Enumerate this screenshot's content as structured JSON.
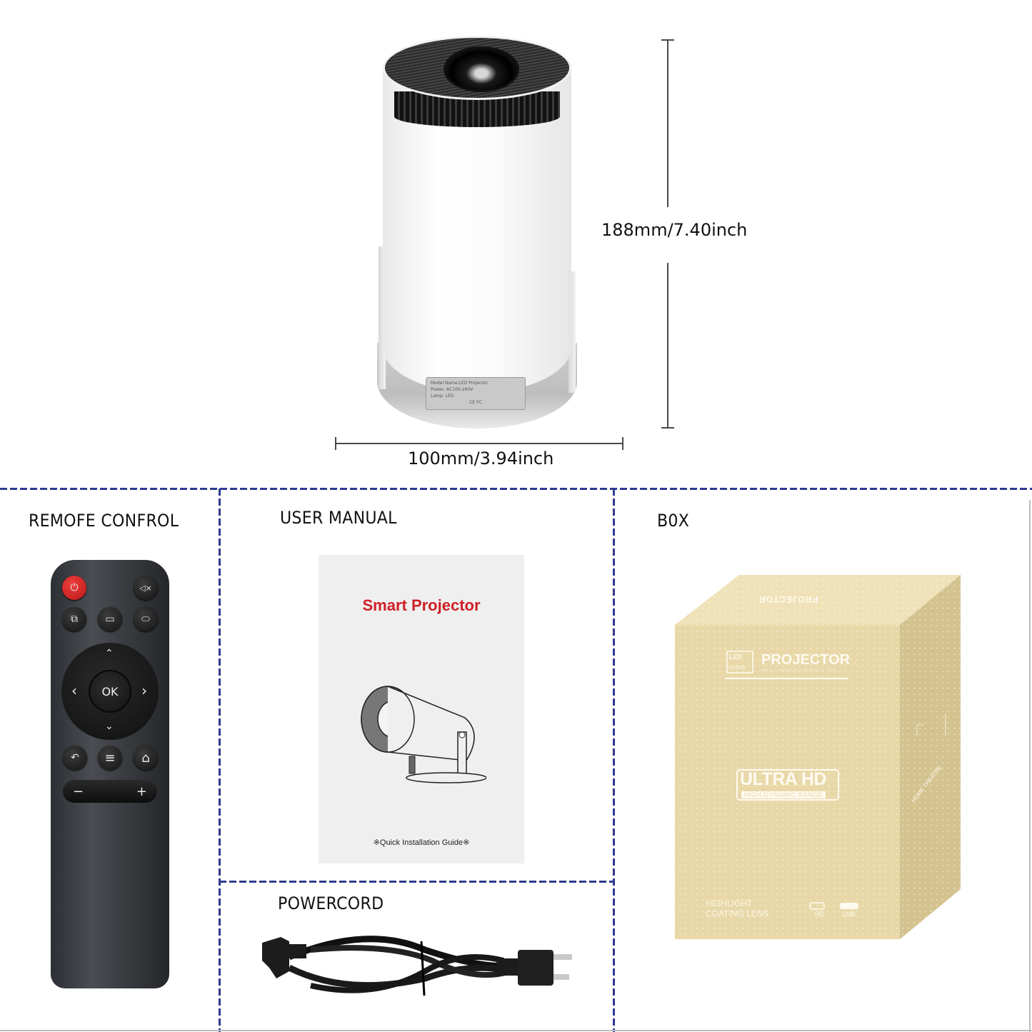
{
  "product": {
    "dimensions": {
      "height_label": "188mm/7.40inch",
      "width_label": "100mm/3.94inch"
    },
    "rating_label": {
      "line1": "Model Name:LED Projector",
      "line2": "Power: AC100-260V",
      "line3": "Lamp: LED",
      "marks": "CE FC"
    }
  },
  "panels": {
    "remote": {
      "title": "REMOFE CONFROL",
      "buttons": {
        "power": "⏻",
        "mute": "🔇",
        "input": "⧉",
        "cast": "▭",
        "mouse": "⬭",
        "up": "⌃",
        "down": "⌄",
        "left": "‹",
        "right": "›",
        "ok": "OK",
        "back": "↶",
        "menu": "≡",
        "home": "⌂",
        "vol_down": "−",
        "vol_up": "+"
      }
    },
    "manual": {
      "title": "USER MANUAL",
      "cover_title": "Smart Projector",
      "cover_footer": "※Quick Installation Guide※"
    },
    "powercord": {
      "title": "POWERCORD"
    },
    "box": {
      "title": "B0X",
      "top_text": "PROJECTOR",
      "logo_led": "LED",
      "logo_source": "SOURCE",
      "brand": "PROJECTOR",
      "brand_sub": "MULTIMEDIA PROJECTOR",
      "badge_main": "ULTRA HD",
      "badge_sub": "HIGH DYNAMIC RANGE",
      "feature_line1": "HIGHLIGHT",
      "feature_line2": "COATING LENS",
      "port_hd": "HD",
      "port_usb": "USB",
      "side_text": "HOME THEATRE"
    }
  },
  "colors": {
    "dash_border": "#2e3a8f",
    "manual_title": "#cf2027",
    "box_front": "#e8d8a8",
    "box_side": "#d4c38f",
    "box_top": "#efe2b8",
    "power_button": "#d61f1f"
  }
}
